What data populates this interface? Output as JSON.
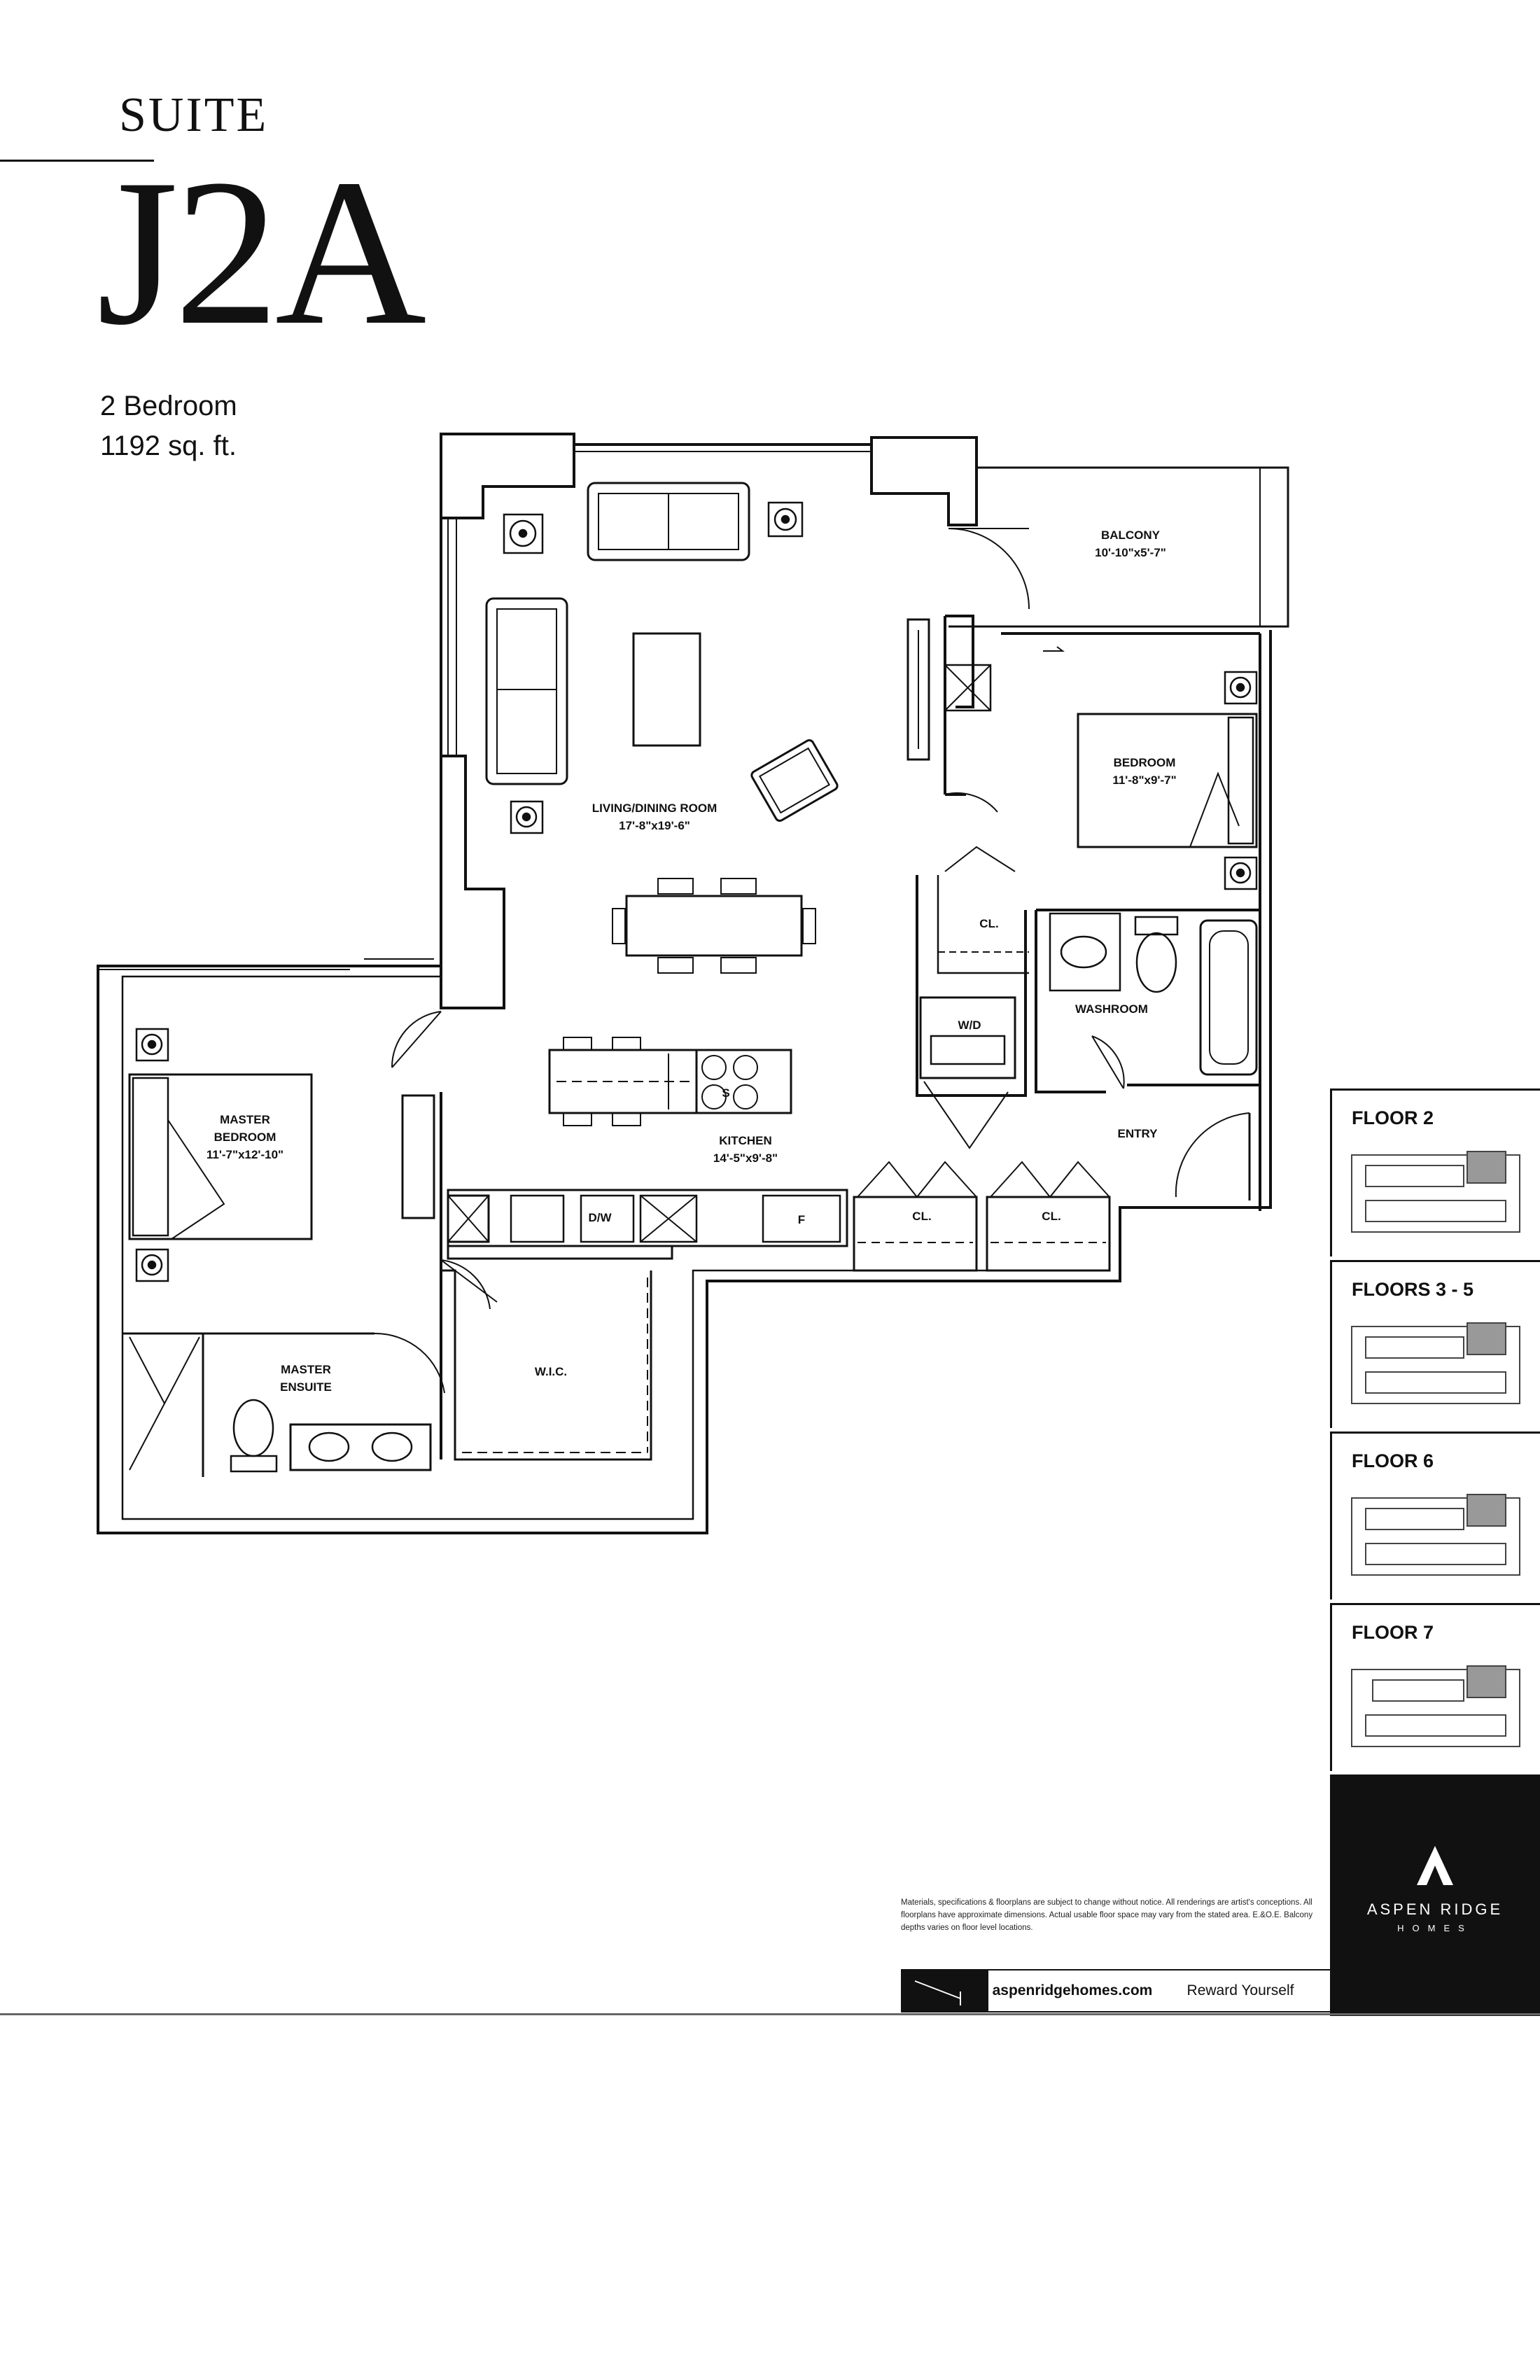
{
  "header": {
    "suite_label": "SUITE",
    "suite_code": "J2A",
    "bedrooms": "2 Bedroom",
    "area": "1192 sq. ft."
  },
  "rooms": {
    "balcony": {
      "name": "BALCONY",
      "dims": "10'-10\"x5'-7\""
    },
    "living": {
      "name": "LIVING/DINING ROOM",
      "dims": "17'-8\"x19'-6\""
    },
    "bedroom": {
      "name": "BEDROOM",
      "dims": "11'-8\"x9'-7\""
    },
    "master": {
      "name1": "MASTER",
      "name2": "BEDROOM",
      "dims": "11'-7\"x12'-10\""
    },
    "kitchen": {
      "name": "KITCHEN",
      "dims": "14'-5\"x9'-8\""
    },
    "washroom": {
      "name": "WASHROOM"
    },
    "entry": {
      "name": "ENTRY"
    },
    "ensuite": {
      "name1": "MASTER",
      "name2": "ENSUITE"
    },
    "wic": {
      "name": "W.I.C."
    },
    "closet": {
      "name": "CL."
    }
  },
  "fixtures": {
    "dishwasher": "D/W",
    "fridge": "F",
    "washer_dryer": "W/D",
    "stove": "S"
  },
  "floors": [
    "FLOOR 2",
    "FLOORS 3 - 5",
    "FLOOR 6",
    "FLOOR 7"
  ],
  "brand": {
    "name": "ASPEN RIDGE",
    "sub": "HOMES"
  },
  "disclaimer": "Materials, specifications & floorplans are subject to change without notice. All renderings are artist's conceptions. All floorplans have approximate dimensions. Actual usable floor space may vary from the stated area. E.&O.E. Balcony depths varies on floor level locations.",
  "footer": {
    "website": "aspenridgehomes.com",
    "tagline": "Reward Yourself"
  }
}
